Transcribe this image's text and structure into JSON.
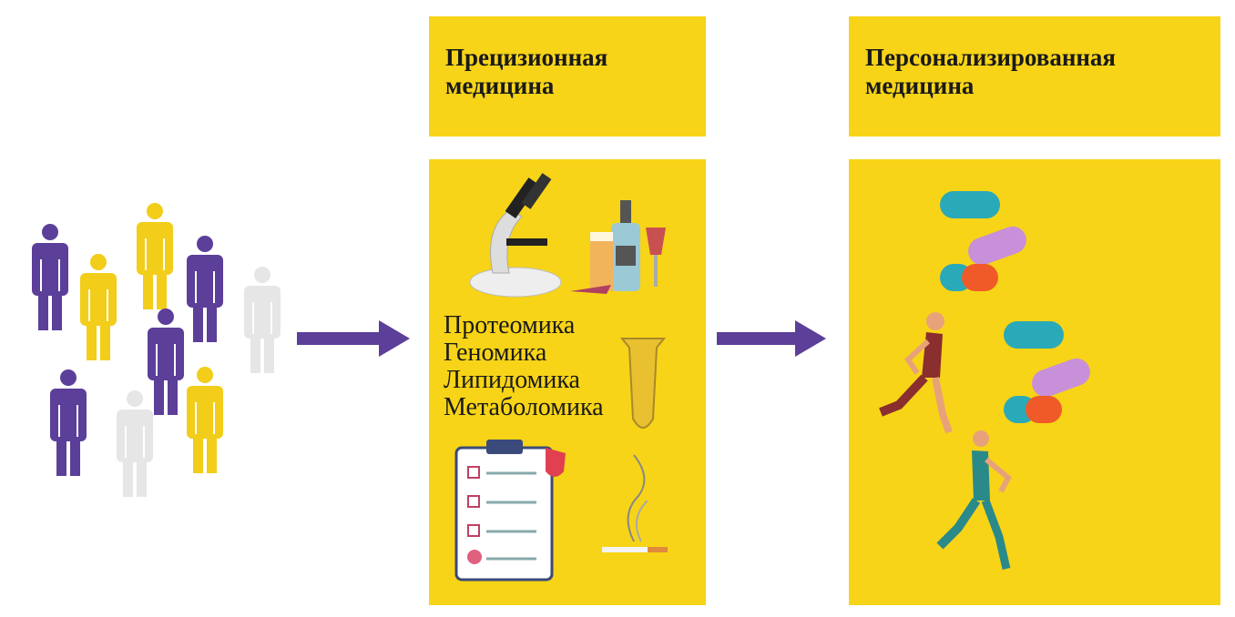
{
  "colors": {
    "yellow": "#f7d417",
    "purple": "#5b3f99",
    "gray": "#e6e6e6",
    "person_yellow": "#f2cd1a"
  },
  "population": {
    "people": [
      {
        "color": "purple"
      },
      {
        "color": "yellow"
      },
      {
        "color": "yellow"
      },
      {
        "color": "purple"
      },
      {
        "color": "gray"
      },
      {
        "color": "purple"
      },
      {
        "color": "purple"
      },
      {
        "color": "gray"
      },
      {
        "color": "yellow"
      }
    ]
  },
  "precision": {
    "title": "Прецизионная медицина",
    "omics": [
      "Протеомика",
      "Геномика",
      "Липидомика",
      "Метаболомика"
    ]
  },
  "personalized": {
    "title": "Персонализированная медицина"
  }
}
